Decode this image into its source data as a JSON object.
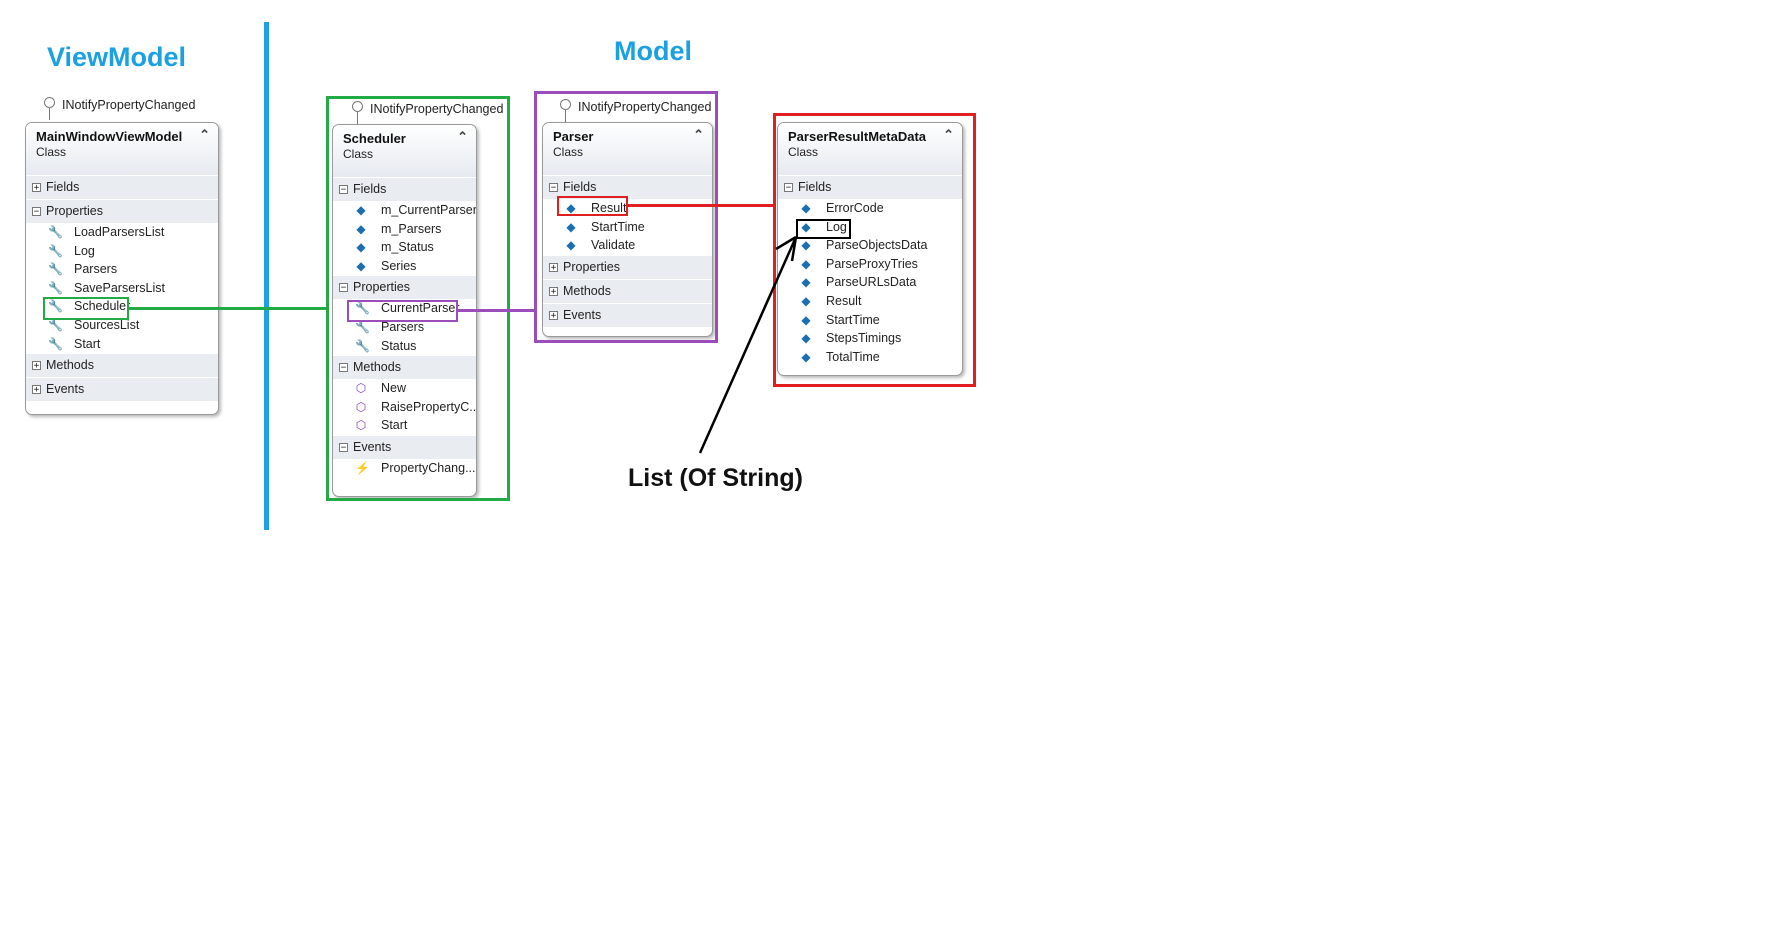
{
  "titles": {
    "viewmodel": "ViewModel",
    "model": "Model"
  },
  "interface_label": "INotifyPropertyChanged",
  "colors": {
    "title": "#1ba1e2",
    "green": "#22aa44",
    "purple": "#9b4dbc",
    "red": "#e02020",
    "black": "#000000"
  },
  "classes": {
    "mainwindow": {
      "name": "MainWindowViewModel",
      "kind": "Class",
      "sections": {
        "fields": "Fields",
        "properties": "Properties",
        "methods": "Methods",
        "events": "Events"
      },
      "properties": [
        "LoadParsersList",
        "Log",
        "Parsers",
        "SaveParsersList",
        "Scheduler",
        "SourcesList",
        "Start"
      ]
    },
    "scheduler": {
      "name": "Scheduler",
      "kind": "Class",
      "sections": {
        "fields": "Fields",
        "properties": "Properties",
        "methods": "Methods",
        "events": "Events"
      },
      "fields": [
        "m_CurrentParser",
        "m_Parsers",
        "m_Status",
        "Series"
      ],
      "properties": [
        "CurrentParser",
        "Parsers",
        "Status"
      ],
      "methods": [
        "New",
        "RaisePropertyC...",
        "Start"
      ],
      "events": [
        "PropertyChang..."
      ]
    },
    "parser": {
      "name": "Parser",
      "kind": "Class",
      "sections": {
        "fields": "Fields",
        "properties": "Properties",
        "methods": "Methods",
        "events": "Events"
      },
      "fields": [
        "Result",
        "StartTime",
        "Validate"
      ]
    },
    "metadata": {
      "name": "ParserResultMetaData",
      "kind": "Class",
      "sections": {
        "fields": "Fields"
      },
      "fields": [
        "ErrorCode",
        "Log",
        "ParseObjectsData",
        "ParseProxyTries",
        "ParseURLsData",
        "Result",
        "StartTime",
        "StepsTimings",
        "TotalTime"
      ]
    }
  },
  "annotation": "List (Of String)",
  "icons": {
    "property": "wrench-icon",
    "field": "field-icon",
    "method": "method-icon",
    "event": "lightning-icon",
    "interface": "lollipop-icon"
  }
}
